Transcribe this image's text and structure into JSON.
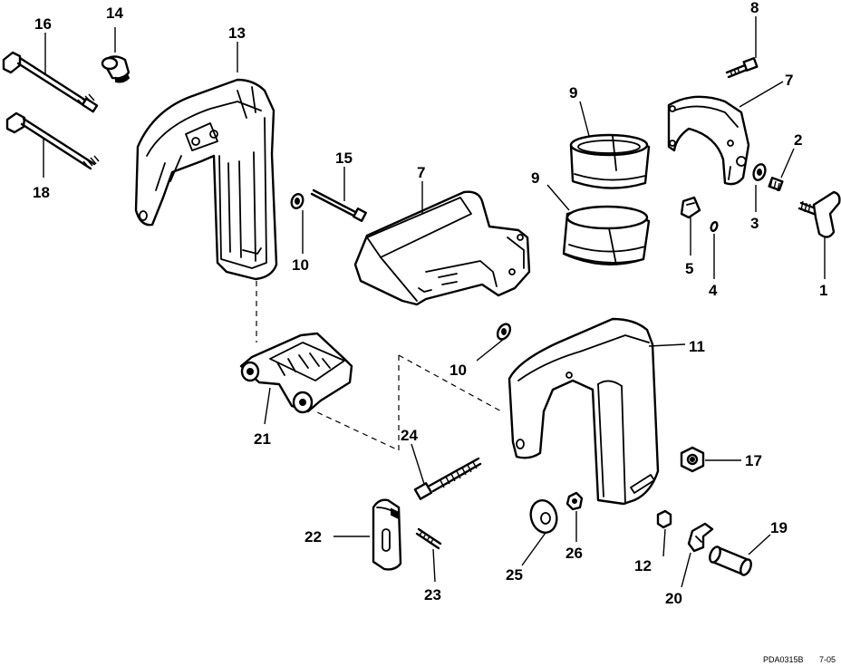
{
  "callouts": {
    "c1": "1",
    "c2": "2",
    "c3": "3",
    "c4": "4",
    "c5": "5",
    "c7a": "7",
    "c7b": "7",
    "c8": "8",
    "c9a": "9",
    "c9b": "9",
    "c10a": "10",
    "c10b": "10",
    "c11": "11",
    "c12": "12",
    "c13": "13",
    "c14": "14",
    "c15": "15",
    "c16": "16",
    "c17": "17",
    "c18": "18",
    "c19": "19",
    "c20": "20",
    "c21": "21",
    "c22": "22",
    "c23": "23",
    "c24": "24",
    "c25": "25",
    "c26": "26"
  },
  "footer": {
    "code": "PDA0315B",
    "date": "7-05"
  }
}
